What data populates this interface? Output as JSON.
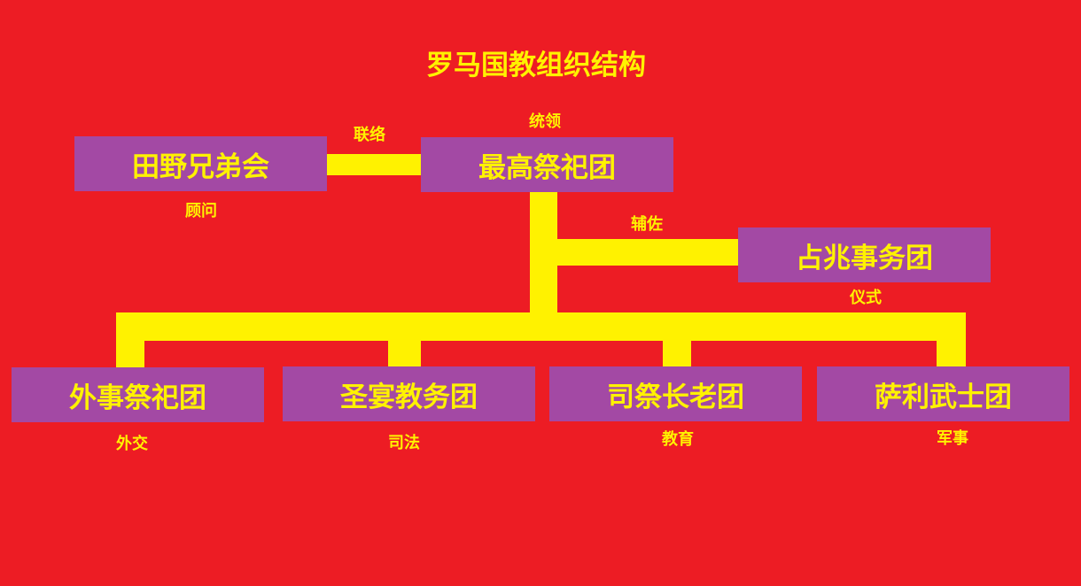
{
  "title": "罗马国教组织结构",
  "nodes": {
    "field_brothers": {
      "name": "田野兄弟会",
      "role": "顾问"
    },
    "pontifices": {
      "name": "最高祭祀团",
      "role": "统领"
    },
    "augurs": {
      "name": "占兆事务团",
      "role": "仪式"
    },
    "fetials": {
      "name": "外事祭祀团",
      "role": "外交"
    },
    "epulones": {
      "name": "圣宴教务团",
      "role": "司法"
    },
    "flamines": {
      "name": "司祭长老团",
      "role": "教育"
    },
    "salii": {
      "name": "萨利武士团",
      "role": "军事"
    }
  },
  "edges": {
    "liaison": "联络",
    "assist": "辅佐"
  },
  "colors": {
    "background": "#ed1c24",
    "connector": "#fff200",
    "box": "#a349a4",
    "text": "#fff200"
  }
}
